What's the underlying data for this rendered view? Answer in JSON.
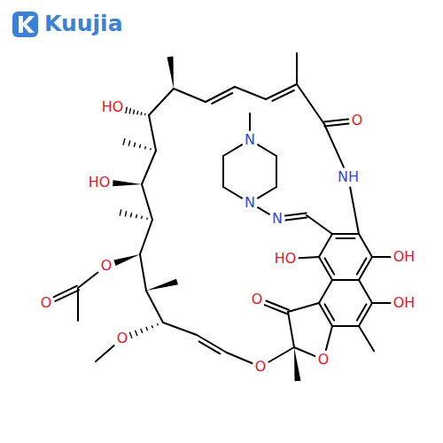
{
  "diagram": {
    "labels": [
      "Kuujia",
      "HO",
      "HO",
      "N",
      "O",
      "NH",
      "N",
      "N",
      "OH",
      "HO",
      "OH",
      "O",
      "O",
      "O",
      "O",
      "O",
      "O"
    ]
  }
}
